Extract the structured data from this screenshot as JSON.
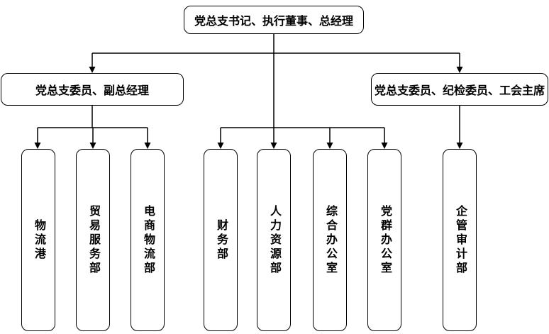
{
  "org": {
    "root": {
      "label": "党总支书记、执行董事、总经理"
    },
    "branches": [
      {
        "label": "党总支委员、副总经理"
      },
      {
        "label": "党总支委员、纪检委员、工会主席"
      }
    ],
    "departments": [
      {
        "label": "物流港"
      },
      {
        "label": "贸易服务部"
      },
      {
        "label": "电商物流部"
      },
      {
        "label": "财务部"
      },
      {
        "label": "人力资源部"
      },
      {
        "label": "综合办公室"
      },
      {
        "label": "党群办公室"
      },
      {
        "label": "企管审计部"
      }
    ],
    "colors": {
      "line": "#000000",
      "node_border": "#000000",
      "node_fill": "#ffffff",
      "text": "#000000",
      "canvas": "#ffffff"
    }
  }
}
